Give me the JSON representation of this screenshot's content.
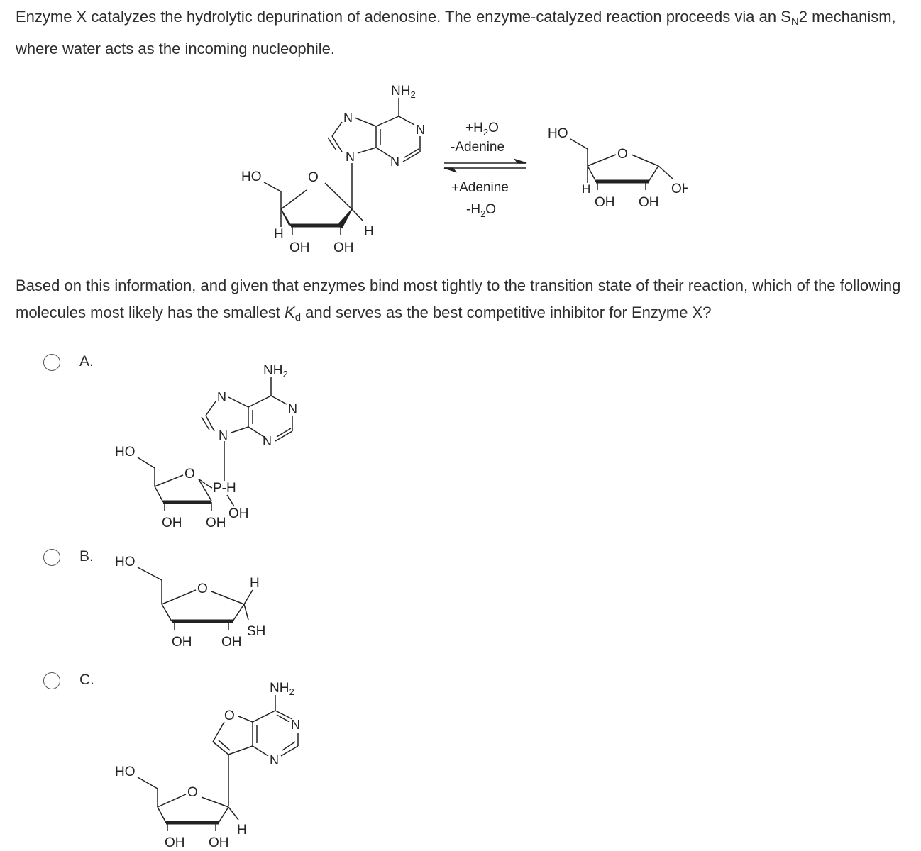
{
  "intro": {
    "part1": "Enzyme X catalyzes the hydrolytic depurination of adenosine.  The enzyme-catalyzed reaction proceeds via an S",
    "sub": "N",
    "part2": "2 mechanism, where water acts as the incoming nucleophile."
  },
  "reaction": {
    "forward_top": "+H",
    "forward_top_sub": "2",
    "forward_top_tail": "O",
    "forward_bottom": "-Adenine",
    "reverse_top": "+Adenine",
    "reverse_bottom": "-H",
    "reverse_bottom_sub": "2",
    "reverse_bottom_tail": "O"
  },
  "question": {
    "part1": "Based on this information, and given that enzymes bind most tightly to the transition state of their reaction, which of the following molecules most likely has the smallest ",
    "k": "K",
    "k_sub": "d",
    "part2": " and serves as the best competitive inhibitor for Enzyme X?"
  },
  "options": [
    {
      "letter": "A."
    },
    {
      "letter": "B."
    },
    {
      "letter": "C."
    }
  ],
  "labels": {
    "nh2": "NH",
    "nh2_sub": "2",
    "n": "N",
    "o": "O",
    "ho": "HO",
    "oh": "OH",
    "h": "H",
    "sh": "SH",
    "ph": "P-H"
  }
}
